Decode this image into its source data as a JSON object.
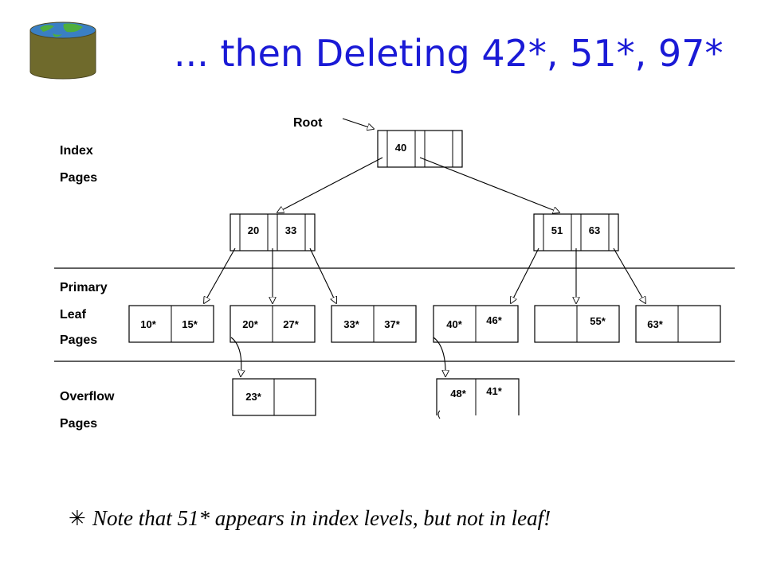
{
  "title": "... then Deleting 42*, 51*, 97*",
  "icon": "database-globe-icon",
  "root_label": "Root",
  "side_labels": [
    "Index",
    "Pages",
    "Primary",
    "Leaf",
    "Pages",
    "Overflow",
    "Pages"
  ],
  "index_nodes": {
    "root": [
      "40"
    ],
    "left": [
      "20",
      "33"
    ],
    "right": [
      "51",
      "63"
    ]
  },
  "leaf_pages": [
    [
      "10*",
      "15*"
    ],
    [
      "20*",
      "27*"
    ],
    [
      "33*",
      "37*"
    ],
    [
      "40*",
      "46*"
    ],
    [
      "",
      "55*"
    ],
    [
      "63*",
      ""
    ]
  ],
  "overflow_pages": [
    [
      "23*",
      ""
    ],
    [
      "48*",
      "41*"
    ]
  ],
  "note": {
    "bullet": "✳",
    "text": "Note that 51* appears in index levels, but  not in leaf!"
  },
  "colors": {
    "title": "#1a1ad6",
    "lines": "#000000"
  }
}
